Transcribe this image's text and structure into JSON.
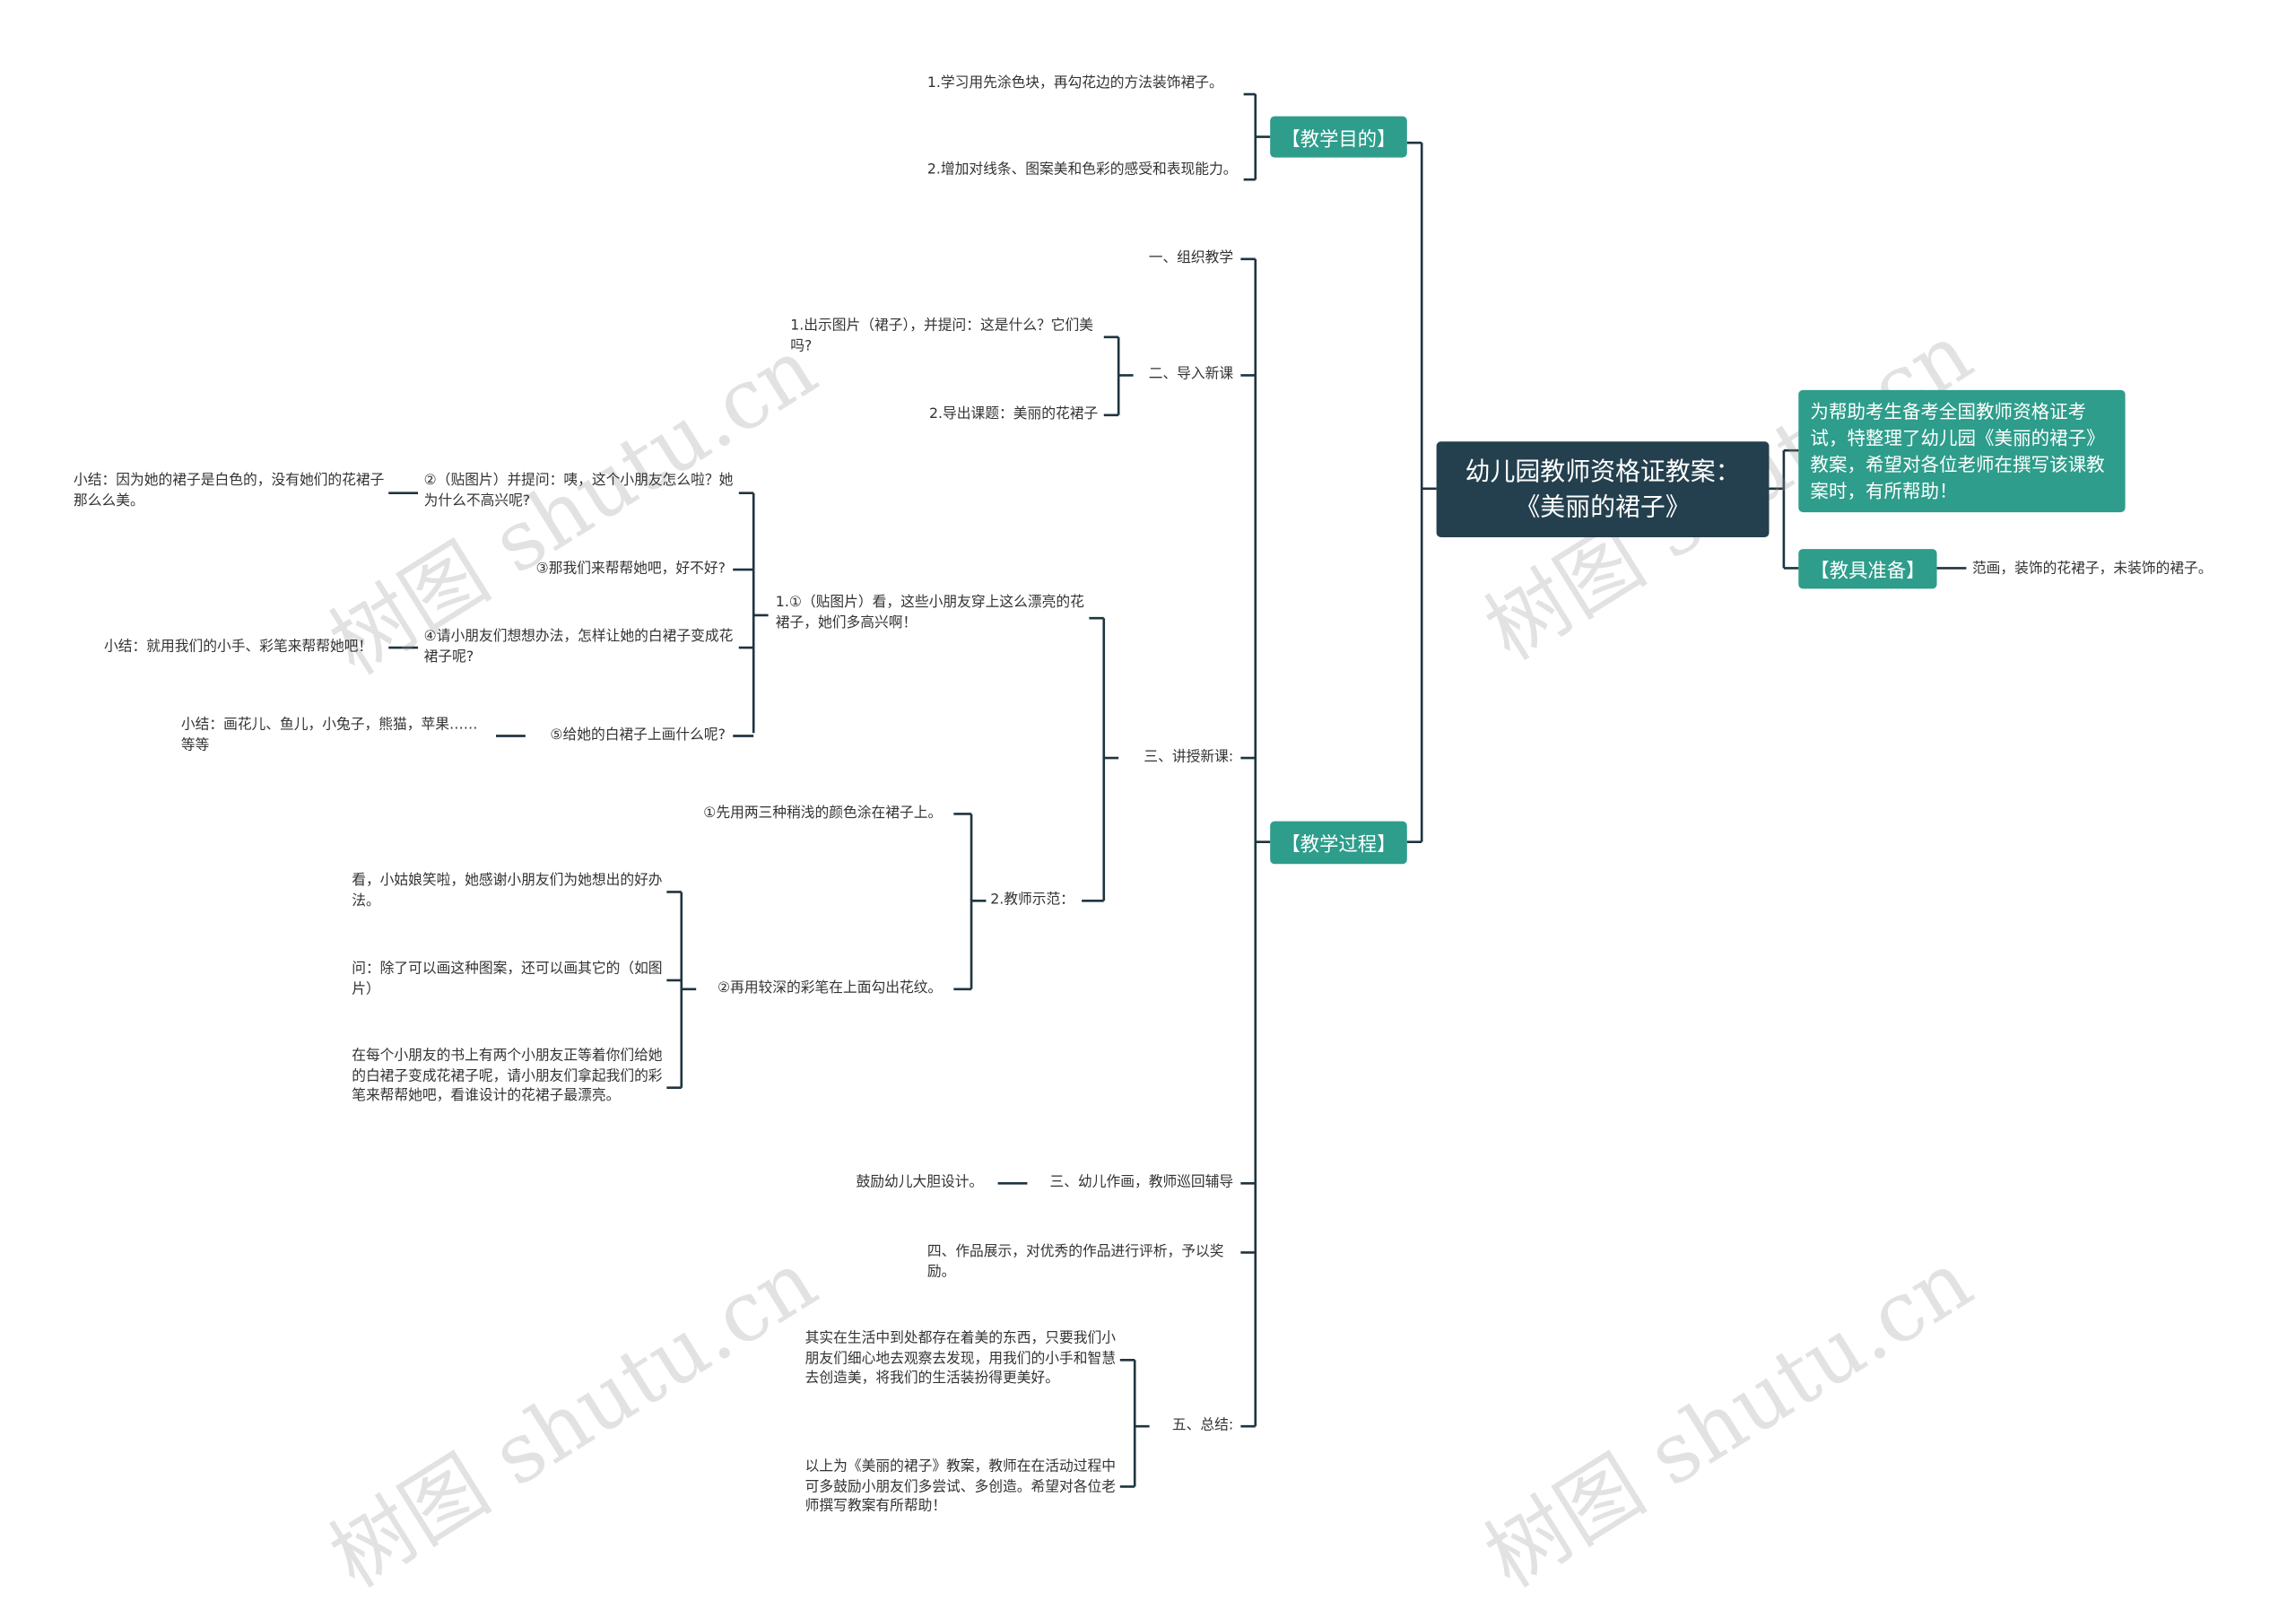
{
  "root": {
    "title_line1": "幼儿园教师资格证教案：",
    "title_line2": "《美丽的裙子》"
  },
  "intro": "为帮助考生备考全国教师资格证考试，特整理了幼儿园《美丽的裙子》教案，希望对各位老师在撰写该课教案时，有所帮助！",
  "tools": {
    "label": "【教具准备】",
    "content": "范画，装饰的花裙子，未装饰的裙子。"
  },
  "goals": {
    "label": "【教学目的】",
    "items": [
      "1.学习用先涂色块，再勾花边的方法装饰裙子。",
      "2.增加对线条、图案美和色彩的感受和表现能力。"
    ]
  },
  "process": {
    "label": "【教学过程】",
    "step1": "一、组织教学",
    "step2": {
      "label": "二、导入新课",
      "items": [
        "1.出示图片（裙子），并提问：这是什么？它们美吗?",
        "2.导出课题：美丽的花裙子"
      ]
    },
    "step3": {
      "label": "三、讲授新课:",
      "sub1": {
        "label": "1.①（贴图片）看，这些小朋友穿上这么漂亮的花裙子，她们多高兴啊！",
        "q2": "②（贴图片）并提问：咦，这个小朋友怎么啦？她为什么不高兴呢?",
        "q2_summary": "小结：因为她的裙子是白色的，没有她们的花裙子那么么美。",
        "q3": "③那我们来帮帮她吧，好不好?",
        "q4": "④请小朋友们想想办法，怎样让她的白裙子变成花裙子呢?",
        "q4_summary": "小结：就用我们的小手、彩笔来帮帮她吧！",
        "q5": "⑤给她的白裙子上画什么呢?",
        "q5_summary": "小结：画花儿、鱼儿，小兔子，熊猫，苹果……等等"
      },
      "sub2": {
        "label": "2.教师示范：",
        "d1": "①先用两三种稍浅的颜色涂在裙子上。",
        "d2": "②再用较深的彩笔在上面勾出花纹。",
        "d2_items": [
          "看，小姑娘笑啦，她感谢小朋友们为她想出的好办法。",
          "问：除了可以画这种图案，还可以画其它的（如图片）",
          "在每个小朋友的书上有两个小朋友正等着你们给她的白裙子变成花裙子呢，请小朋友们拿起我们的彩笔来帮帮她吧，看谁设计的花裙子最漂亮。"
        ]
      }
    },
    "step4": {
      "label": "三、幼儿作画，教师巡回辅导",
      "item": "鼓励幼儿大胆设计。"
    },
    "step5": "四、作品展示，对优秀的作品进行评析，予以奖励。",
    "step6": {
      "label": "五、总结:",
      "items": [
        "其实在生活中到处都存在着美的东西，只要我们小朋友们细心地去观察去发现，用我们的小手和智慧去创造美，将我们的生活装扮得更美好。",
        "以上为《美丽的裙子》教案，教师在在活动过程中可多鼓励小朋友们多尝试、多创造。希望对各位老师撰写教案有所帮助！"
      ]
    }
  },
  "watermark": "树图 shutu.cn",
  "colors": {
    "root": "#24404e",
    "teal": "#2e9d8b",
    "line": "#1f3440"
  }
}
